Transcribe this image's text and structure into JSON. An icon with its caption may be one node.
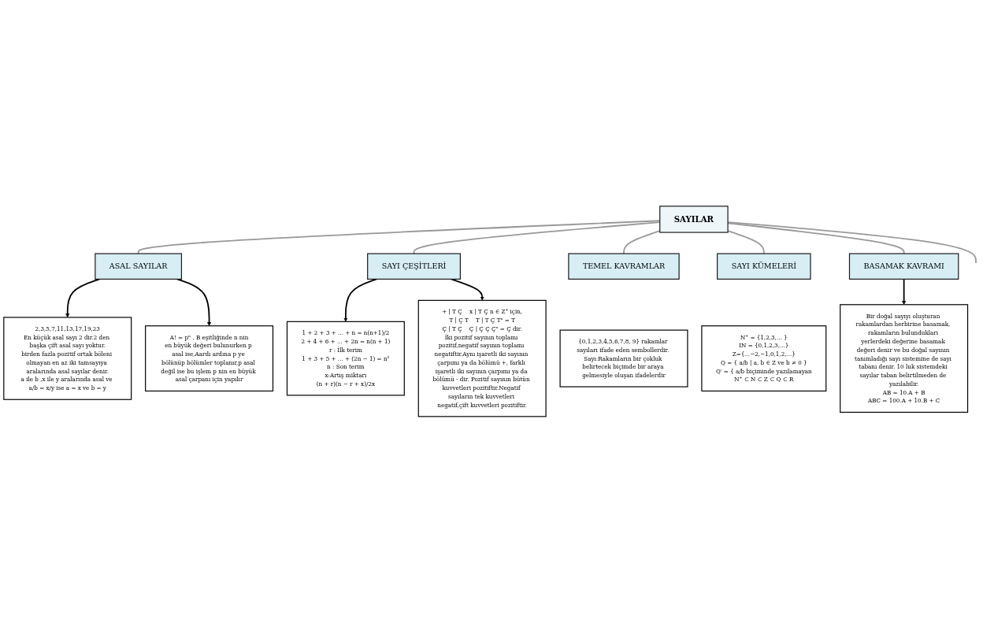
{
  "diagram": {
    "nodes": [
      {
        "text": [
          "2,3,5,7,11,13,17,19,23",
          "En küçük asal sayı 2 dir.2 den başka çift asal sayı yoktur.",
          "birden fazla pozitif ortak böleni olmayan en az iki tamsayıya aralarında asal sayılar denir.",
          "a ile b ,x ile y aralarında asal ve a/b = x/y ise a = x ve b = y"
        ]
      },
      {
        "text": [
          "1 + 2 + 3 + ... + n = n(n+1)/2",
          "2 + 4 + 6 + ... + 2n = n(n + 1)",
          "r : İlk terim",
          "1 + 3 + 5 + ... + (2n − 1) = n²",
          "n : Son terim",
          "x:Artış miktarı",
          "(n + r)(n − r + x)/2x"
        ]
      },
      {
        "text": [
          "+ | T Ç    x | T Ç n ∈ Z⁺ için,",
          "T | Ç T    T | T Ç Tⁿ = T",
          "Ç | T Ç    Ç | Ç Ç Çⁿ = Ç dir.",
          "İki pozitif sayının toplamı pozitif,negatif sayının toplamı negatiftir.Aynı işaretli iki sayının çarpımı ya da bölümü +, farklı işaretli iki sayının çarpımı ya da bölümü - dir. Pozitif sayının bütün kuvvetleri pozitiftir.Negatif sayıların tek kuvvetleri negatif,çift kuvvetleri pozitiftir."
        ]
      },
      {
        "text": [
          "SAYI ÇEŞİTLERİ"
        ]
      },
      {
        "text": [
          "A! = pⁿ . B eşitliğinde n nin",
          "en büyük değeri bulunurken p asal ise,Aardı ardına p ye bölünüp bölümler toplanır,p asal değil ise bu işlem p nin en büyük asal çarpanı için yapılır"
        ]
      },
      {
        "text": [
          "ASAL SAYILAR"
        ]
      },
      {
        "text": [
          "TEMEL KAVRAMLAR"
        ]
      },
      {
        "text": [
          "{0,1,2,3,4,5,6,7,8, 9} rakamlar sayıları ifade eden sembollerdir. Sayı:Rakamların bir çokluk belirtecek biçimde bir araya gelmesiyle oluşan ifadelerdir"
        ]
      },
      {
        "text": [
          "SAYILAR"
        ]
      },
      {
        "text": [
          "SAYI KÜMELERİ"
        ]
      },
      {
        "text": [
          "BASAMAK KAVRAMI"
        ]
      },
      {
        "text": [
          "Bir doğal sayıyı oluşturan rakamlardan herbirine basamak, rakamların bulundukları yerlerdeki değerine basamak değeri denir ve bu doğal sayının tanımladığı sayı sistemine de sayı tabanı denir. 10 luk sistemdeki sayılar taban belirtilmeden de yazılabilir.",
          "AB = 10.A + B",
          "ABC = 100.A + 10.B + C"
        ]
      },
      {
        "text": [
          "N⁺ = {1,2,3,... }",
          "IN = {0,1,2,3,...}",
          "Z={...−2,−1,0,1,2,...}",
          "Q = { a/b | a, b ∈ Z ve b ≠ 0 }",
          "Q′ = { a/b biçiminde yazılamayan",
          "N⁺ ⊂ N ⊂ Z ⊂ Q ⊂ R"
        ]
      }
    ],
    "edges": [
      {
        "from": 8,
        "to": 5,
        "arrow": "none"
      },
      {
        "from": 8,
        "to": 3,
        "arrow": "none"
      },
      {
        "from": 8,
        "to": 6,
        "arrow": "none"
      },
      {
        "from": 8,
        "to": 9,
        "arrow": "none"
      },
      {
        "from": 8,
        "to": null,
        "arrow": "none"
      },
      {
        "from": 8,
        "to": 10,
        "arrow": "none"
      },
      {
        "from": 5,
        "to": 0,
        "arrow": "to",
        "color": "#000000"
      },
      {
        "from": 5,
        "to": 4,
        "arrow": "to",
        "color": "#000000"
      },
      {
        "from": 3,
        "to": 1,
        "arrow": "to",
        "color": "#000000"
      },
      {
        "from": 3,
        "to": 2,
        "arrow": "to",
        "color": "#000000"
      },
      {
        "from": 10,
        "to": 11,
        "arrow": "to",
        "color": "#000000"
      }
    ]
  }
}
